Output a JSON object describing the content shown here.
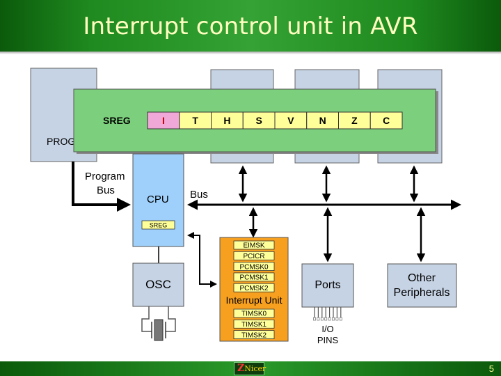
{
  "slide": {
    "title": "Interrupt control unit in AVR",
    "number": "5",
    "logo_text": "Nicer"
  },
  "diagram": {
    "sreg_label": "SREG",
    "sreg_bits": [
      "I",
      "T",
      "H",
      "S",
      "V",
      "N",
      "Z",
      "C"
    ],
    "prog_rom_label": "PROGRAM ROM",
    "program_bus_label": [
      "Program",
      "Bus"
    ],
    "cpu_label": "CPU",
    "cpu_sreg_label": "SREG",
    "bus_label": "Bus",
    "osc_label": "OSC",
    "interrupt_registers_top": [
      "EIMSK",
      "PCICR",
      "PCMSK0",
      "PCMSK1",
      "PCMSK2"
    ],
    "interrupt_unit_label": "Interrupt Unit",
    "interrupt_registers_bottom": [
      "TIMSK0",
      "TIMSK1",
      "TIMSK2"
    ],
    "ports_label": "Ports",
    "io_pins_label": [
      "I/O",
      "PINS"
    ],
    "other_peripherals_label": [
      "Other",
      "Peripherals"
    ],
    "colors": {
      "block_fill": "#c6d3e4",
      "sreg_panel": "#7ccf7c",
      "bit_highlight": "#f0a8d8",
      "bit_fill": "#ffff99",
      "cpu_fill": "#9fd0fb",
      "interrupt_unit_fill": "#f7a01f",
      "register_fill": "#ffff99"
    }
  }
}
